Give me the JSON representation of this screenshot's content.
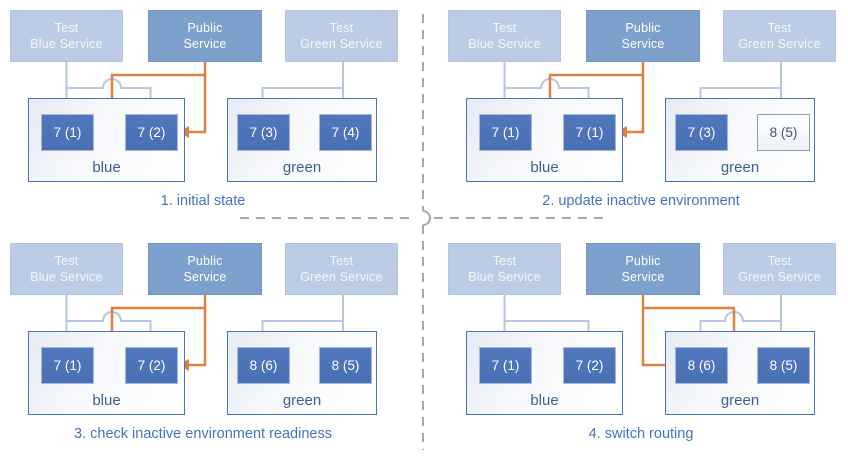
{
  "diagram_title": "blue-green deployment routing states",
  "colors": {
    "service_light_fill": "#bccce7",
    "service_public_fill": "#7da0cd",
    "pod_fill": "#4d73b9",
    "pod_outlined_border": "#8b9cba",
    "pod_outlined_text": "#44546a",
    "environment_border": "#4a71bb",
    "test_arrow": "#b7c7e2",
    "public_arrow_orange": "#e0803e",
    "caption_text": "#4472c4",
    "environment_label_text": "#3f5e94",
    "divider_dash": "#a8a8a8"
  },
  "quadrants": [
    {
      "caption": "1. initial state",
      "services": [
        {
          "line1": "Test",
          "line2": "Blue Service"
        },
        {
          "line1": "Public",
          "line2": "Service"
        },
        {
          "line1": "Test",
          "line2": "Green Service"
        }
      ],
      "blue_env": {
        "label": "blue",
        "pods": [
          {
            "label": "7 (1)"
          },
          {
            "label": "7 (2)"
          }
        ]
      },
      "green_env": {
        "label": "green",
        "pods": [
          {
            "label": "7 (3)"
          },
          {
            "label": "7 (4)"
          }
        ]
      }
    },
    {
      "caption": "2. update inactive environment",
      "services": [
        {
          "line1": "Test",
          "line2": "Blue Service"
        },
        {
          "line1": "Public",
          "line2": "Service"
        },
        {
          "line1": "Test",
          "line2": "Green Service"
        }
      ],
      "blue_env": {
        "label": "blue",
        "pods": [
          {
            "label": "7 (1)"
          },
          {
            "label": "7 (1)"
          }
        ]
      },
      "green_env": {
        "label": "green",
        "pods": [
          {
            "label": "7 (3)"
          },
          {
            "label": "8 (5)"
          }
        ]
      }
    },
    {
      "caption": "3. check inactive environment readiness",
      "services": [
        {
          "line1": "Test",
          "line2": "Blue Service"
        },
        {
          "line1": "Public",
          "line2": "Service"
        },
        {
          "line1": "Test",
          "line2": "Green Service"
        }
      ],
      "blue_env": {
        "label": "blue",
        "pods": [
          {
            "label": "7 (1)"
          },
          {
            "label": "7 (2)"
          }
        ]
      },
      "green_env": {
        "label": "green",
        "pods": [
          {
            "label": "8 (6)"
          },
          {
            "label": "8 (5)"
          }
        ]
      }
    },
    {
      "caption": "4. switch routing",
      "services": [
        {
          "line1": "Test",
          "line2": "Blue Service"
        },
        {
          "line1": "Public",
          "line2": "Service"
        },
        {
          "line1": "Test",
          "line2": "Green Service"
        }
      ],
      "blue_env": {
        "label": "blue",
        "pods": [
          {
            "label": "7 (1)"
          },
          {
            "label": "7 (2)"
          }
        ]
      },
      "green_env": {
        "label": "green",
        "pods": [
          {
            "label": "8 (6)"
          },
          {
            "label": "8 (5)"
          }
        ]
      }
    }
  ]
}
